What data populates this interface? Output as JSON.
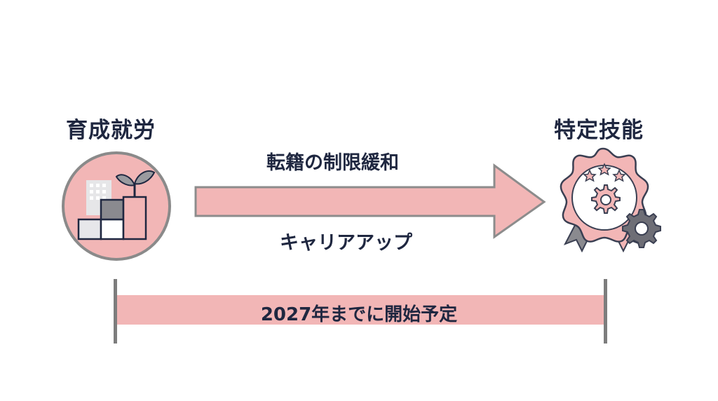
{
  "left": {
    "title": "育成就労",
    "icon": "growth-blocks-icon"
  },
  "right": {
    "title": "特定技能",
    "icon": "award-badge-gear-icon"
  },
  "arrow": {
    "top_text": "転籍の制限緩和",
    "bottom_text": "キャリアアップ"
  },
  "timeline": {
    "text": "2027年までに開始予定"
  },
  "colors": {
    "accent_pink": "#f2b6b6",
    "dark_navy": "#1f2740",
    "gray": "#8a8a8a"
  }
}
